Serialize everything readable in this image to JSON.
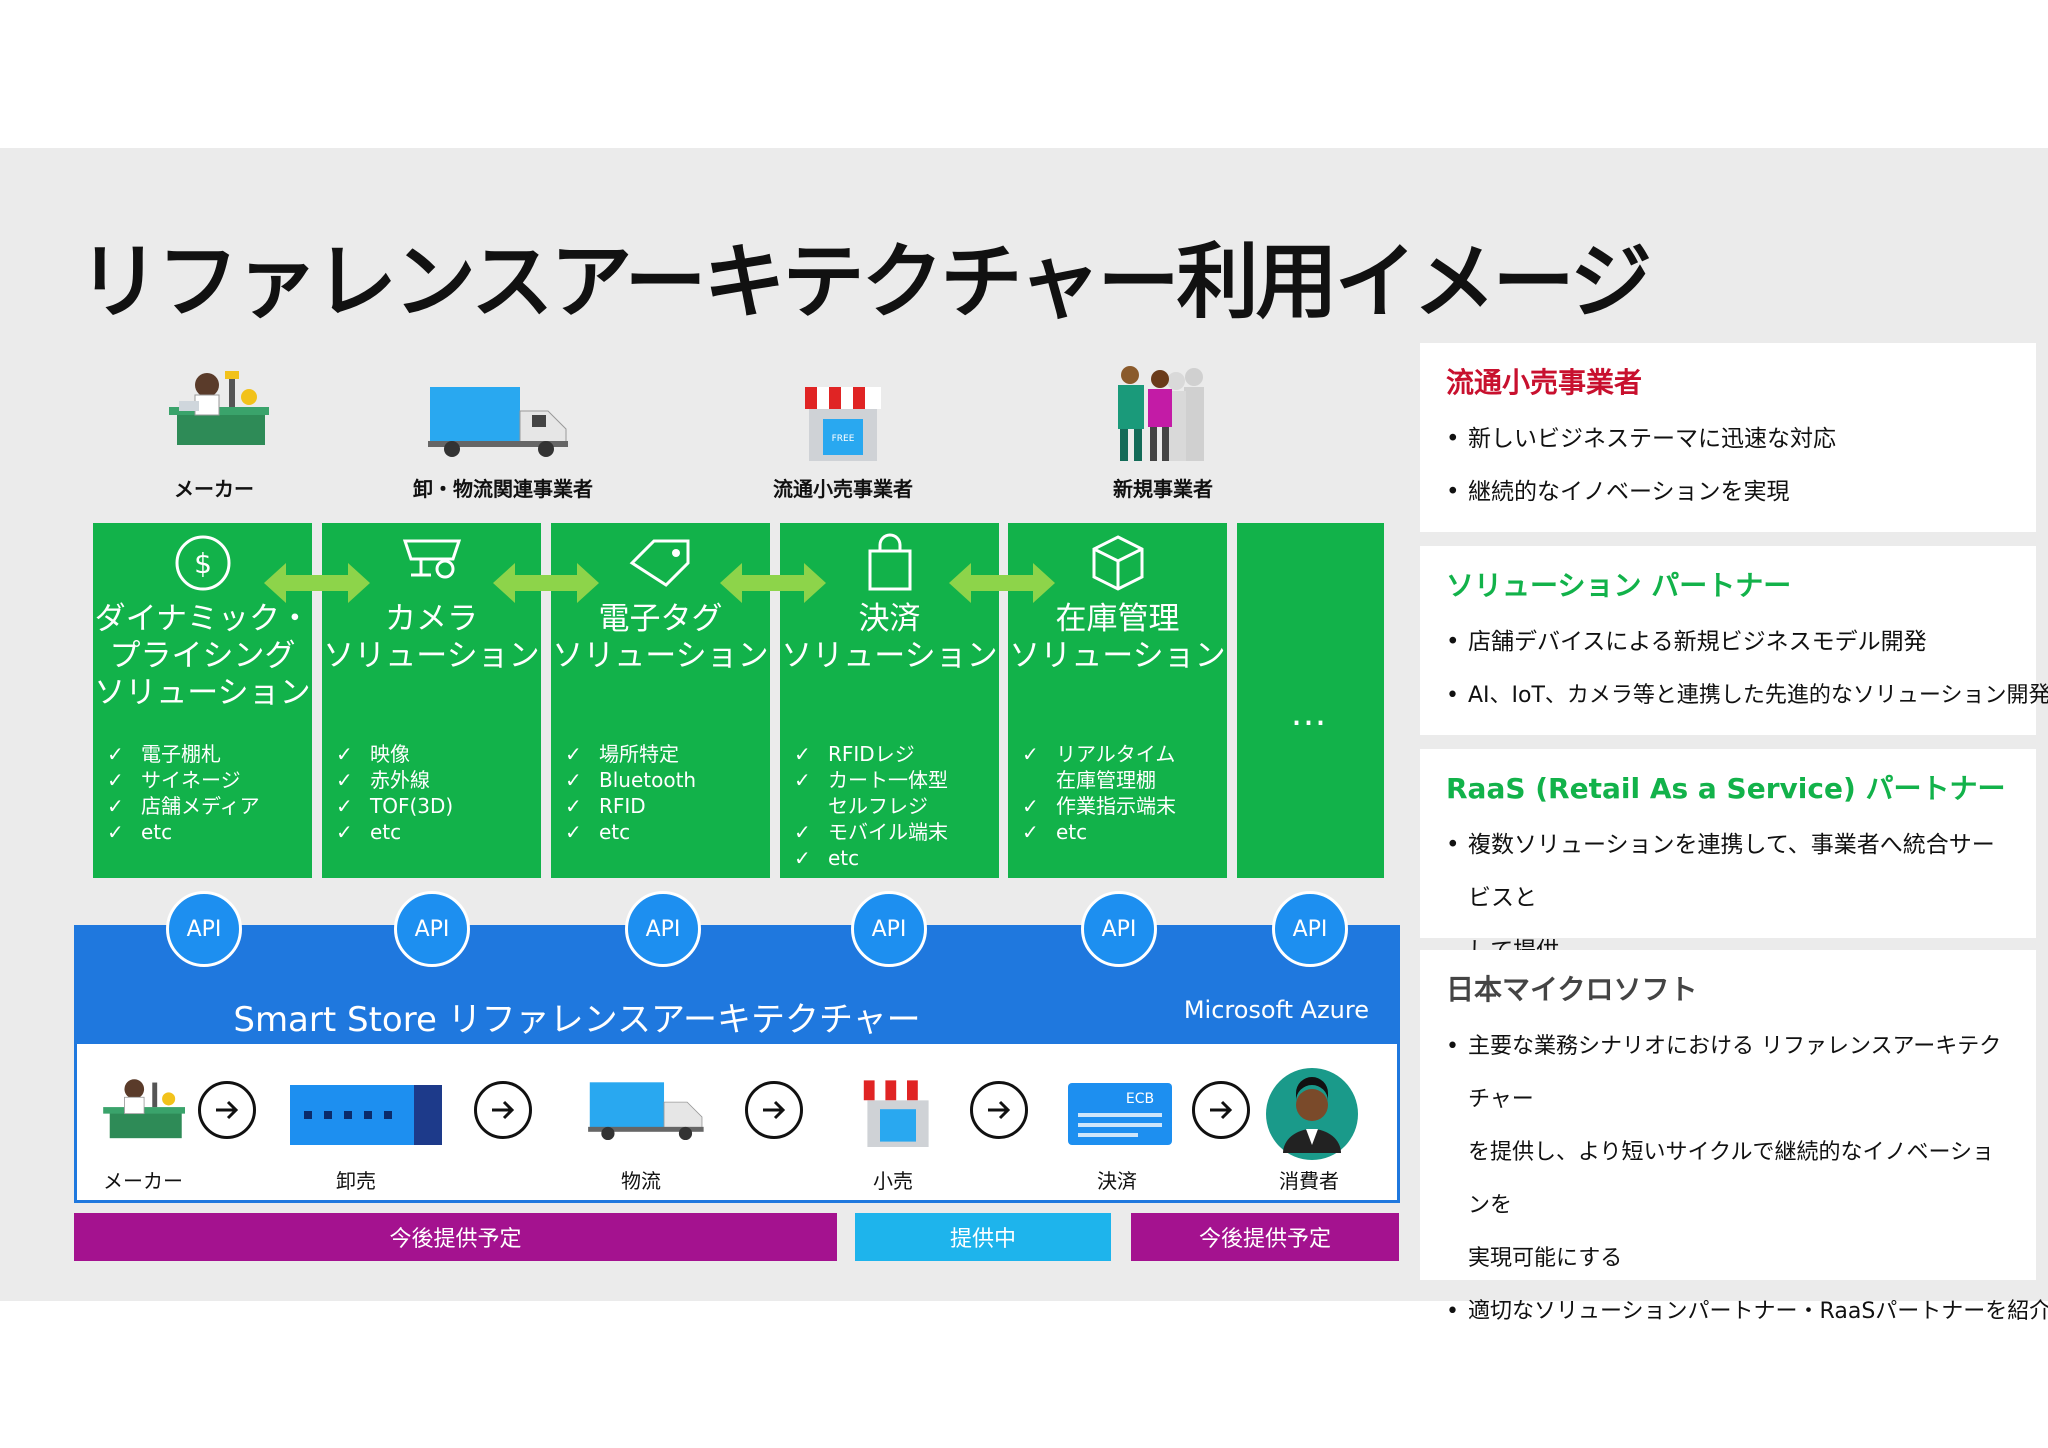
{
  "title": "リファレンスアーキテクチャー利用イメージ",
  "actors": [
    "メーカー",
    "卸・物流関連事業者",
    "流通小売事業者",
    "新規事業者"
  ],
  "solutions": [
    {
      "name": "ダイナミック・\nプライシング\nソリューション",
      "items": [
        "電子棚札",
        "サイネージ",
        "店舗メディア",
        "etc"
      ]
    },
    {
      "name": "カメラ\nソリューション",
      "items": [
        "映像",
        "赤外線",
        "TOF(3D)",
        "etc"
      ]
    },
    {
      "name": "電子タグ\nソリューション",
      "items": [
        "場所特定",
        "Bluetooth",
        "RFID",
        "etc"
      ]
    },
    {
      "name": "決済\nソリューション",
      "items": [
        "RFIDレジ",
        "カート一体型\nセルフレジ",
        "モバイル端末",
        "etc"
      ]
    },
    {
      "name": "在庫管理\nソリューション",
      "items": [
        "リアルタイム\n在庫管理棚",
        "作業指示端末",
        "etc"
      ]
    }
  ],
  "more_label": "…",
  "api_label": "API",
  "platform": {
    "title": "Smart Store リファレンスアーキテクチャー",
    "azure": "Microsoft Azure"
  },
  "flow": [
    "メーカー",
    "卸売",
    "物流",
    "小売",
    "決済",
    "消費者"
  ],
  "bars": [
    "今後提供予定",
    "提供中",
    "今後提供予定"
  ],
  "colors": {
    "green": "#12b24a",
    "blue": "#1f78de",
    "purple": "#a4128f",
    "cyan": "#1eb4ec",
    "red": "#c8102e"
  },
  "cards": [
    {
      "title": "流通小売事業者",
      "color": "#c8102e",
      "items": [
        "新しいビジネステーマに迅速な対応",
        "継続的なイノベーションを実現"
      ]
    },
    {
      "title": "ソリューション パートナー",
      "color": "#12b24a",
      "items": [
        "店舗デバイスによる新規ビジネスモデル開発",
        "AI、IoT、カメラ等と連携した先進的なソリューション開発"
      ]
    },
    {
      "title": "RaaS (Retail As a Service) パートナー",
      "color": "#12b24a",
      "items": [
        "複数ソリューションを連携して、事業者へ統合サービスと\nして提供"
      ]
    },
    {
      "title": "日本マイクロソフト",
      "color": "#444444",
      "items": [
        "主要な業務シナリオにおける リファレンスアーキテクチャー\nを提供し、より短いサイクルで継続的なイノベーションを\n実現可能にする",
        "適切なソリューションパートナー・RaaSパートナーを紹介する"
      ]
    }
  ]
}
